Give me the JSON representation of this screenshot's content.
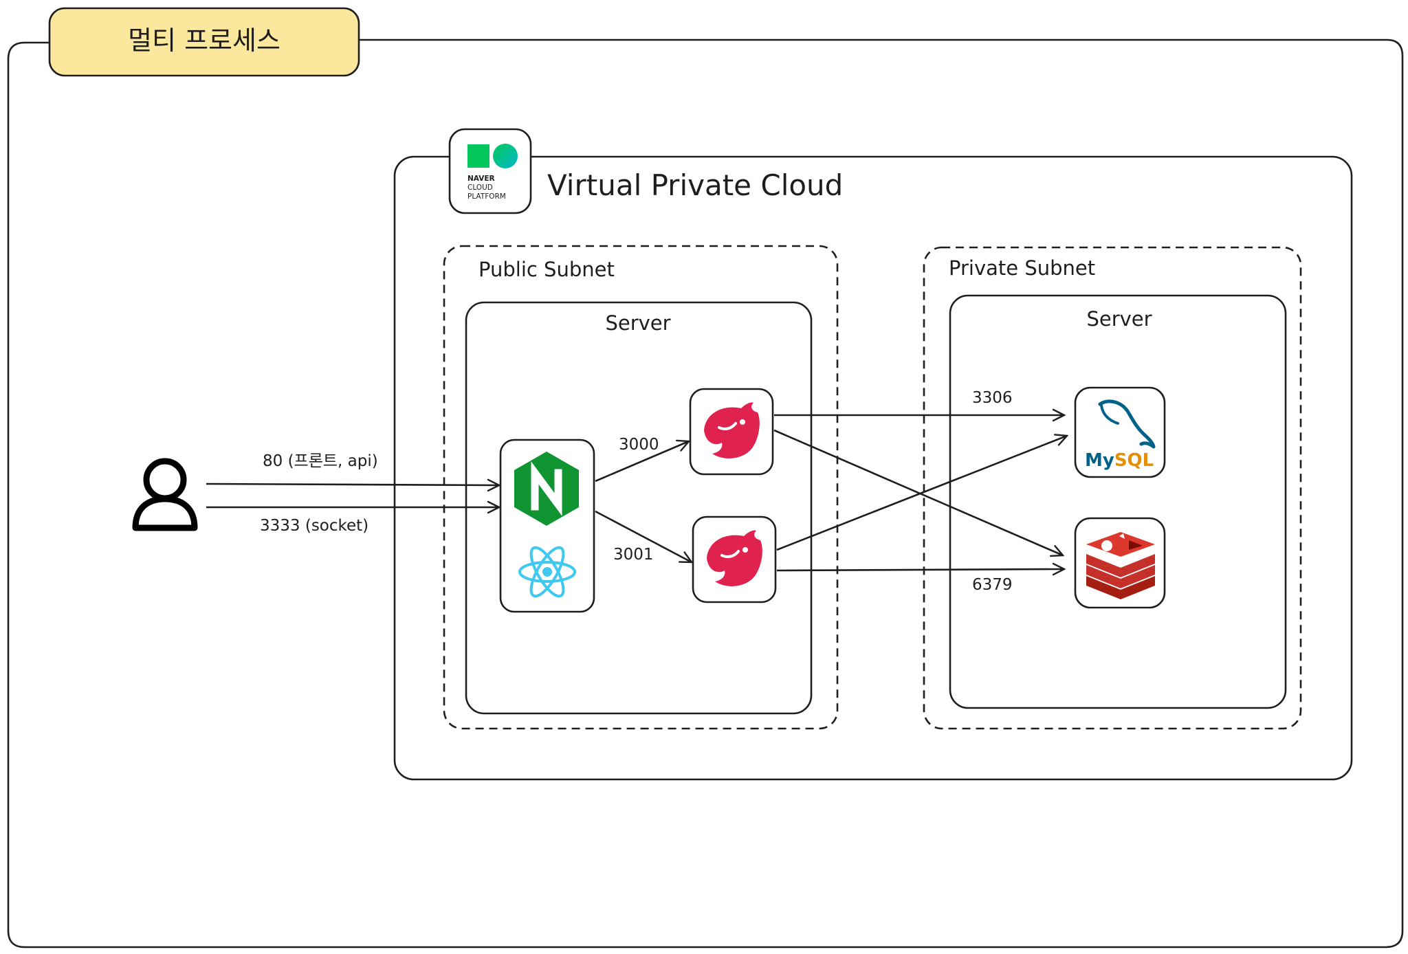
{
  "title": "멀티 프로세스",
  "vpc": {
    "label": "Virtual Private Cloud",
    "logo_text": [
      "NAVER",
      "CLOUD",
      "PLATFORM"
    ]
  },
  "public_subnet": {
    "label": "Public Subnet",
    "server_label": "Server",
    "icons": [
      "nginx-icon",
      "react-icon",
      "nestjs-icon",
      "nestjs-icon"
    ]
  },
  "private_subnet": {
    "label": "Private Subnet",
    "server_label": "Server",
    "icons": [
      "mysql-icon",
      "redis-icon"
    ]
  },
  "user": {
    "icon": "user-icon"
  },
  "connections": {
    "user_http": "80 (프론트, api)",
    "user_socket": "3333 (socket)",
    "nginx_to_nest1": "3000",
    "nginx_to_nest2": "3001",
    "to_mysql": "3306",
    "to_redis": "6379"
  },
  "colors": {
    "title_fill": "#fbe89c",
    "nginx": "#109432",
    "react": "#3fc8f0",
    "nestjs": "#e0234e",
    "redis": "#c6302b",
    "mysql_blue": "#00618a",
    "mysql_orange": "#e48e00",
    "ncp_green": "#03c75a",
    "ncp_teal": "#00c3b0"
  }
}
